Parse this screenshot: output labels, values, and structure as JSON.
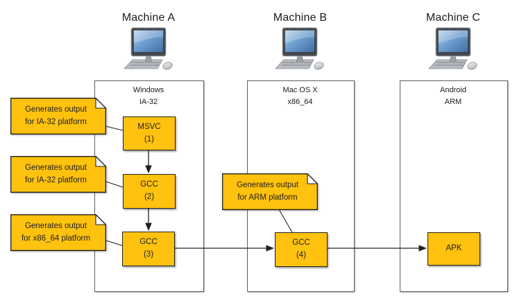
{
  "diagram": {
    "description": "Cross-compilation toolchain diagram across three machines",
    "colors": {
      "process_fill": "#FFC20E",
      "process_border": "#20201e",
      "container_border": "#5f5f5f",
      "text": "#1f1a17",
      "screen_blue": "#4a7db3"
    }
  },
  "machines": [
    {
      "title": "Machine A",
      "os_label": "Windows\nIA-32"
    },
    {
      "title": "Machine B",
      "os_label": "Mac OS X\nx86_64"
    },
    {
      "title": "Machine C",
      "os_label": "Android\nARM"
    }
  ],
  "process_boxes": [
    {
      "label": "MSVC\n(1)"
    },
    {
      "label": "GCC\n(2)"
    },
    {
      "label": "GCC\n(3)"
    },
    {
      "label": "GCC\n(4)"
    },
    {
      "label": "APK"
    }
  ],
  "notes": [
    {
      "text": "Generates output\nfor IA-32 platform"
    },
    {
      "text": "Generates output\nfor IA-32 platform"
    },
    {
      "text": "Generates output\nfor x86_64 platform"
    },
    {
      "text": "Generates output\nfor ARM platform"
    }
  ]
}
